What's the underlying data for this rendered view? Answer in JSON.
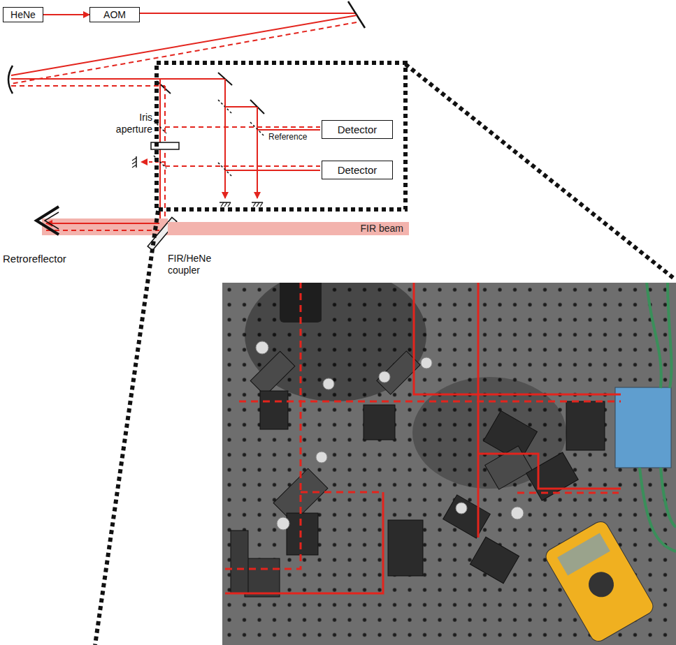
{
  "diagram": {
    "nodes": [
      {
        "text": [
          "HeNe"
        ]
      },
      {
        "text": [
          "AOM"
        ]
      },
      {
        "text": [
          "Detector"
        ]
      },
      {
        "text": [
          "Detector"
        ]
      },
      {
        "text": [
          "FIR beam"
        ]
      }
    ],
    "edges": [
      {
        "from": 0,
        "to": 1,
        "arrow": "to"
      }
    ],
    "labels": [
      "Iris aperture",
      "Reference",
      "Retroreflector",
      "FIR/HeNe coupler"
    ]
  }
}
